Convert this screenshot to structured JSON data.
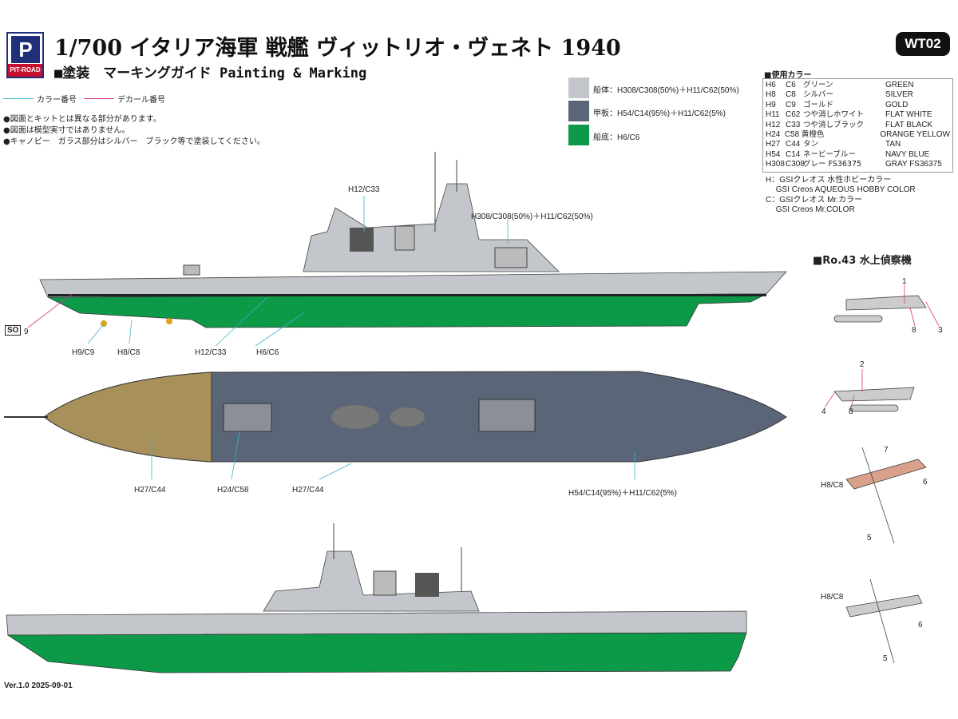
{
  "header": {
    "logo_mark": "P",
    "logo_brand": "PIT-ROAD",
    "title": "1/700  イタリア海軍 戦艦 ヴィットリオ・ヴェネト 1940",
    "subtitle": "■塗装　マーキングガイド Painting & Marking",
    "code": "WT02"
  },
  "legend": {
    "color_number": "カラー番号",
    "decal_number": "デカール番号",
    "color_line": "#3ab6c8",
    "decal_line": "#d6338a"
  },
  "notes": [
    "●図面とキットとは異なる部分があります。",
    "●図面は模型実寸ではありません。",
    "●キャノピー　ガラス部分はシルバー　ブラック等で塗装してください。"
  ],
  "swatches": [
    {
      "label": "船体：H308/C308(50%)＋H11/C62(50%)",
      "color": "#c3c6cb"
    },
    {
      "label": "甲板：H54/C14(95%)＋H11/C62(5%)",
      "color": "#5a6577"
    },
    {
      "label": "船底：H6/C6",
      "color": "#0d9a48"
    }
  ],
  "colors": {
    "title": "■使用カラー",
    "rows": [
      [
        "H6",
        "C6",
        "グリーン",
        "GREEN"
      ],
      [
        "H8",
        "C8",
        "シルバー",
        "SILVER"
      ],
      [
        "H9",
        "C9",
        "ゴールド",
        "GOLD"
      ],
      [
        "H11",
        "C62",
        "つや消しホワイト",
        "FLAT WHITE"
      ],
      [
        "H12",
        "C33",
        "つや消しブラック",
        "FLAT BLACK"
      ],
      [
        "H24",
        "C58",
        "黄橙色",
        "ORANGE YELLOW"
      ],
      [
        "H27",
        "C44",
        "タン",
        "TAN"
      ],
      [
        "H54",
        "C14",
        "ネービーブルー",
        "NAVY BLUE"
      ],
      [
        "H308",
        "C308",
        "グレー FS36375",
        "GRAY FS36375"
      ]
    ],
    "notes": [
      "H：GSIクレオス 水性ホビーカラー",
      "　 GSI Creos AQUEOUS HOBBY COLOR",
      "C：GSIクレオス Mr.カラー",
      "　 GSI Creos Mr.COLOR"
    ]
  },
  "side_view": {
    "labels": [
      "H12/C33",
      "H308/C308(50%)＋H11/C62(50%)",
      "H9/C9",
      "H8/C8",
      "H12/C33",
      "H6/C6",
      "9"
    ],
    "so": "SO"
  },
  "top_view": {
    "labels": [
      "H27/C44",
      "H24/C58",
      "H27/C44",
      "H54/C14(95%)＋H11/C62(5%)"
    ]
  },
  "aircraft": {
    "title": "■Ro.43 水上偵察機",
    "a1": [
      "1",
      "8",
      "3"
    ],
    "a2": [
      "2",
      "4",
      "8"
    ],
    "a3": [
      "7",
      "6",
      "H8/C8",
      "5"
    ],
    "a4": [
      "H8/C8",
      "6",
      "5"
    ]
  },
  "footer": {
    "version": "Ver.1.0 2025-09-01"
  }
}
